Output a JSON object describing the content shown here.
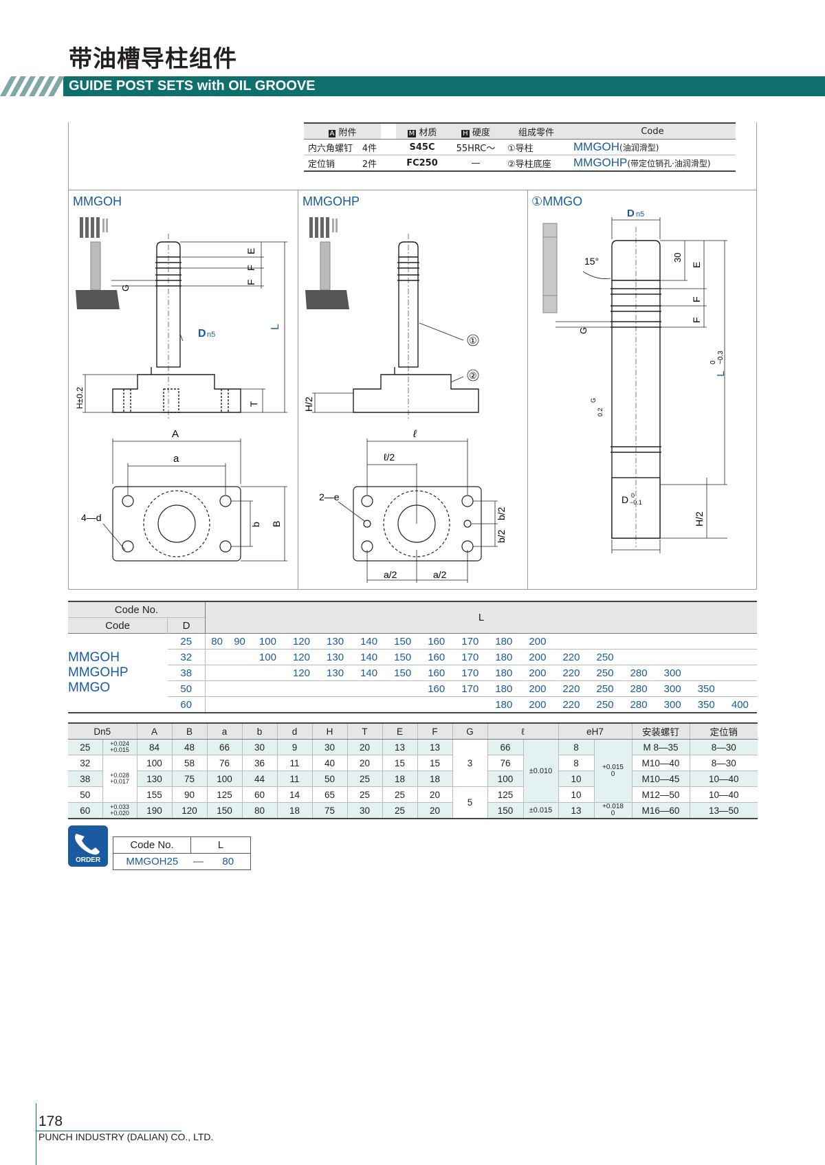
{
  "header": {
    "title_cn": "带油槽导柱组件",
    "title_en": "GUIDE POST SETS with OIL GROOVE",
    "bar_color": "#0e6f6c"
  },
  "spec": {
    "accessory_head": "附件",
    "accessory_badge": "A",
    "accessory_rows": [
      {
        "name": "内六角螺钉",
        "qty": "4件"
      },
      {
        "name": "定位销",
        "qty": "2件"
      }
    ],
    "material_head": "材质",
    "material_badge": "M",
    "hardness_head": "硬度",
    "hardness_badge": "H",
    "parts_head": "组成零件",
    "code_head": "Code",
    "rows": [
      {
        "material": "S45C",
        "hardness": "55HRC～",
        "part": "①导柱",
        "code": "MMGOH",
        "code_note": "(油润滑型)"
      },
      {
        "material": "FC250",
        "hardness": "—",
        "part": "②导柱底座",
        "code": "MMGOHP",
        "code_note": "(带定位销孔·油润滑型)"
      }
    ]
  },
  "panels": {
    "mmgoh": {
      "title": "MMGOH",
      "labels": {
        "E": "E",
        "F1": "F",
        "F2": "F",
        "G": "G",
        "L": "L",
        "Dn5": "D",
        "Dn5_sub": "n5",
        "H": "H±0.2",
        "T": "T",
        "A": "A",
        "a": "a",
        "b": "b",
        "B": "B",
        "d": "4—d"
      }
    },
    "mmgohp": {
      "title": "MMGOHP",
      "labels": {
        "c1": "①",
        "c2": "②",
        "H2": "H/2",
        "l": "ℓ",
        "l2": "ℓ/2",
        "e": "2—e",
        "b2a": "b/2",
        "b2b": "b/2",
        "a2a": "a/2",
        "a2b": "a/2"
      }
    },
    "mmgo": {
      "title": "①MMGO",
      "labels": {
        "Dn5": "D",
        "Dn5_sub": "n5",
        "deg": "15°",
        "n30": "30",
        "E": "E",
        "F1": "F",
        "F2": "F",
        "G": "G",
        "L": "L",
        "L_tol_top": "0",
        "L_tol_bot": "−0.3",
        "G2": "G",
        "s02": "0.2",
        "H2": "H/2",
        "D": "D",
        "D_tol_top": "0",
        "D_tol_bot": "−0.1"
      }
    }
  },
  "length_table": {
    "code_no": "Code No.",
    "code": "Code",
    "d": "D",
    "l": "L",
    "codes": [
      "MMGOH",
      "MMGOHP",
      "MMGO"
    ],
    "rows": [
      {
        "d": "25",
        "vals": [
          "80",
          "90",
          "100",
          "120",
          "130",
          "140",
          "150",
          "160",
          "170",
          "180",
          "200",
          "",
          "",
          "",
          "",
          "",
          ""
        ]
      },
      {
        "d": "32",
        "vals": [
          "",
          "",
          "100",
          "120",
          "130",
          "140",
          "150",
          "160",
          "170",
          "180",
          "200",
          "220",
          "250",
          "",
          "",
          "",
          ""
        ]
      },
      {
        "d": "38",
        "vals": [
          "",
          "",
          "",
          "120",
          "130",
          "140",
          "150",
          "160",
          "170",
          "180",
          "200",
          "220",
          "250",
          "280",
          "300",
          "",
          ""
        ]
      },
      {
        "d": "50",
        "vals": [
          "",
          "",
          "",
          "",
          "",
          "",
          "",
          "160",
          "170",
          "180",
          "200",
          "220",
          "250",
          "280",
          "300",
          "350",
          ""
        ]
      },
      {
        "d": "60",
        "vals": [
          "",
          "",
          "",
          "",
          "",
          "",
          "",
          "",
          "",
          "180",
          "200",
          "220",
          "250",
          "280",
          "300",
          "350",
          "400"
        ]
      }
    ]
  },
  "dim_table": {
    "headers": [
      "Dn5",
      "A",
      "B",
      "a",
      "b",
      "d",
      "H",
      "T",
      "E",
      "F",
      "G",
      "ℓ",
      "eH7",
      "安装螺钉",
      "定位销"
    ],
    "rows": [
      {
        "d": "25",
        "A": "84",
        "B": "48",
        "a": "66",
        "b": "30",
        "dd": "9",
        "H": "30",
        "T": "20",
        "E": "13",
        "F": "13",
        "l": "66",
        "e": "8",
        "screw": "M 8—35",
        "pin": "8—30"
      },
      {
        "d": "32",
        "A": "100",
        "B": "58",
        "a": "76",
        "b": "36",
        "dd": "11",
        "H": "40",
        "T": "20",
        "E": "15",
        "F": "15",
        "l": "76",
        "e": "8",
        "screw": "M10—40",
        "pin": "8—30"
      },
      {
        "d": "38",
        "A": "130",
        "B": "75",
        "a": "100",
        "b": "44",
        "dd": "11",
        "H": "50",
        "T": "25",
        "E": "18",
        "F": "18",
        "l": "100",
        "e": "10",
        "screw": "M10—45",
        "pin": "10—40"
      },
      {
        "d": "50",
        "A": "155",
        "B": "90",
        "a": "125",
        "b": "60",
        "dd": "14",
        "H": "65",
        "T": "25",
        "E": "25",
        "F": "20",
        "l": "125",
        "e": "10",
        "screw": "M12—50",
        "pin": "10—40"
      },
      {
        "d": "60",
        "A": "190",
        "B": "120",
        "a": "150",
        "b": "80",
        "dd": "18",
        "H": "75",
        "T": "30",
        "E": "25",
        "F": "20",
        "l": "150",
        "e": "13",
        "screw": "M16—60",
        "pin": "13—50"
      }
    ],
    "tol1": {
      "top": "+0.024",
      "bot": "+0.015"
    },
    "tol2": {
      "top": "+0.028",
      "bot": "+0.017"
    },
    "tol3": {
      "top": "+0.033",
      "bot": "+0.020"
    },
    "g1": "3",
    "g2": "5",
    "ltol1": "±0.010",
    "ltol2": "±0.015",
    "etol1": {
      "top": "+0.015",
      "bot": "0"
    },
    "etol2": {
      "top": "+0.018",
      "bot": "0"
    }
  },
  "order": {
    "label": "ORDER",
    "code_no": "Code No.",
    "l": "L",
    "code": "MMGOH25",
    "dash": "—",
    "val": "80"
  },
  "footer": {
    "page": "178",
    "company": "PUNCH INDUSTRY (DALIAN) CO., LTD."
  }
}
